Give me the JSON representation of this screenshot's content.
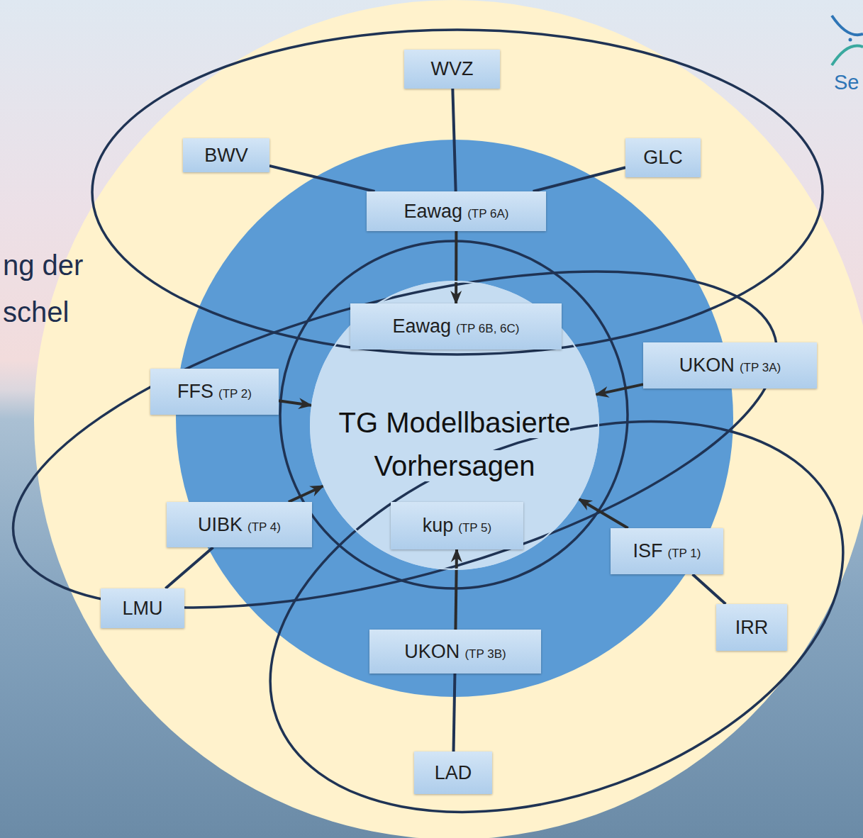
{
  "diagram": {
    "nodes": [
      {
        "text": [
          "WVZ"
        ]
      },
      {
        "text": [
          "BWV"
        ]
      },
      {
        "text": [
          "GLC"
        ]
      },
      {
        "text": [
          "Eawag",
          "(TP 6A)"
        ]
      },
      {
        "text": [
          "TG Modellbasierte Vorhersagen"
        ]
      },
      {
        "text": [
          "Eawag",
          "(TP 6B, 6C)"
        ],
        "in": 4
      },
      {
        "text": [
          "UKON",
          "(TP 3A)"
        ]
      },
      {
        "text": [
          "FFS",
          "(TP 2)"
        ]
      },
      {
        "text": [
          "UIBK",
          "(TP 4)"
        ]
      },
      {
        "text": [
          "kup",
          "(TP 5)"
        ],
        "in": 4
      },
      {
        "text": [
          "ISF",
          "(TP 1)"
        ]
      },
      {
        "text": [
          "LMU"
        ]
      },
      {
        "text": [
          "IRR"
        ]
      },
      {
        "text": [
          "UKON",
          "(TP 3B)"
        ]
      },
      {
        "text": [
          "LAD"
        ]
      }
    ],
    "edges": [
      {
        "from": 1,
        "to": 3,
        "arrow": "none"
      },
      {
        "from": 0,
        "to": 3,
        "arrow": "none"
      },
      {
        "from": 2,
        "to": 3,
        "arrow": "none"
      },
      {
        "from": 3,
        "to": 5,
        "arrow": "to"
      },
      {
        "from": 7,
        "to": 4,
        "arrow": "to"
      },
      {
        "from": 6,
        "to": 4,
        "arrow": "to"
      },
      {
        "from": 8,
        "to": 4,
        "arrow": "to"
      },
      {
        "from": 10,
        "to": 4,
        "arrow": "to"
      },
      {
        "from": 13,
        "to": 9,
        "arrow": "to"
      },
      {
        "from": 8,
        "to": 11,
        "arrow": "none"
      },
      {
        "from": 10,
        "to": 12,
        "arrow": "none"
      },
      {
        "from": 14,
        "to": 13,
        "arrow": "none"
      }
    ],
    "labels": [
      "ng der",
      "schel",
      "Se"
    ]
  }
}
